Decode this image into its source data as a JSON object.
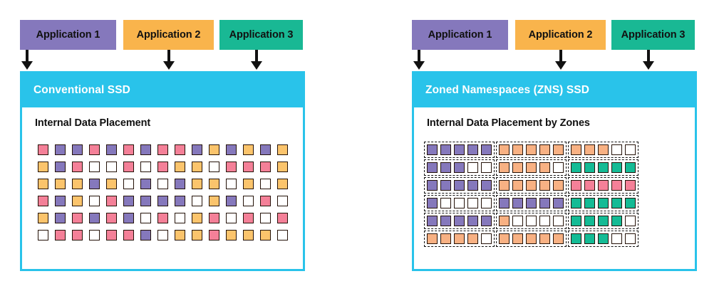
{
  "diagram": {
    "type": "comparison-diagram",
    "title_implicit": "Conventional SSD vs Zoned Namespaces (ZNS) SSD data placement",
    "colors": {
      "app1_purple": "#8578BC",
      "app2_orange": "#F9B44C",
      "app3_teal": "#19B894",
      "ssd_header_cyan": "#29C3EA",
      "cell_purple": "#8578BC",
      "cell_orange": "#FBC46C",
      "cell_pink": "#F48098",
      "cell_teal": "#14BB95",
      "cell_peach": "#F8B183",
      "cell_white": "#FFFFFF",
      "cell_border": "#241208",
      "zone_border": "#111111",
      "text_dark": "#111111",
      "text_light": "#FFFFFF"
    }
  },
  "panels": [
    {
      "id": "conventional",
      "apps": [
        {
          "label": "Application 1",
          "color": "#8578BC"
        },
        {
          "label": "Application 2",
          "color": "#F9B44C"
        },
        {
          "label": "Application 3",
          "color": "#19B894"
        }
      ],
      "arrows": [
        "down-arrow",
        "down-arrow",
        "down-arrow"
      ],
      "ssd_title": "Conventional SSD",
      "ssd_subtitle": "Internal Data Placement",
      "grid": {
        "rows": 6,
        "cols": 15,
        "cells": [
          [
            "pink",
            "purple",
            "purple",
            "pink",
            "purple",
            "pink",
            "purple",
            "pink",
            "pink",
            "purple",
            "orange",
            "purple",
            "orange",
            "purple",
            "orange"
          ],
          [
            "orange",
            "purple",
            "pink",
            "white",
            "white",
            "pink",
            "white",
            "pink",
            "orange",
            "orange",
            "white",
            "pink",
            "pink",
            "pink",
            "orange"
          ],
          [
            "orange",
            "orange",
            "orange",
            "purple",
            "orange",
            "white",
            "purple",
            "white",
            "purple",
            "orange",
            "orange",
            "white",
            "orange",
            "white",
            "orange"
          ],
          [
            "pink",
            "purple",
            "orange",
            "white",
            "pink",
            "purple",
            "purple",
            "purple",
            "purple",
            "white",
            "orange",
            "purple",
            "white",
            "pink",
            "white"
          ],
          [
            "orange",
            "purple",
            "pink",
            "purple",
            "pink",
            "purple",
            "white",
            "pink",
            "white",
            "orange",
            "pink",
            "white",
            "pink",
            "white",
            "pink"
          ],
          [
            "white",
            "pink",
            "pink",
            "white",
            "pink",
            "pink",
            "purple",
            "white",
            "orange",
            "orange",
            "pink",
            "orange",
            "orange",
            "orange",
            "white"
          ]
        ]
      }
    },
    {
      "id": "zns",
      "apps": [
        {
          "label": "Application 1",
          "color": "#8578BC"
        },
        {
          "label": "Application 2",
          "color": "#F9B44C"
        },
        {
          "label": "Application 3",
          "color": "#19B894"
        }
      ],
      "arrows": [
        "down-arrow",
        "down-arrow",
        "down-arrow"
      ],
      "ssd_title": "Zoned Namespaces (ZNS) SSD",
      "ssd_subtitle": "Internal Data Placement by Zones",
      "grid": {
        "rows": 6,
        "zones_per_row": 3,
        "cols_per_zone": 5,
        "cells": [
          [
            [
              "purple",
              "purple",
              "purple",
              "purple",
              "purple"
            ],
            [
              "peach",
              "peach",
              "peach",
              "peach",
              "peach"
            ],
            [
              "peach",
              "peach",
              "peach",
              "white",
              "white"
            ]
          ],
          [
            [
              "purple",
              "purple",
              "purple",
              "white",
              "white"
            ],
            [
              "peach",
              "peach",
              "peach",
              "peach",
              "white"
            ],
            [
              "teal",
              "teal",
              "teal",
              "teal",
              "teal"
            ]
          ],
          [
            [
              "purple",
              "purple",
              "purple",
              "purple",
              "purple"
            ],
            [
              "peach",
              "peach",
              "peach",
              "peach",
              "peach"
            ],
            [
              "pink",
              "pink",
              "pink",
              "pink",
              "pink"
            ]
          ],
          [
            [
              "purple",
              "white",
              "white",
              "white",
              "white"
            ],
            [
              "purple",
              "purple",
              "purple",
              "purple",
              "purple"
            ],
            [
              "teal",
              "teal",
              "teal",
              "teal",
              "teal"
            ]
          ],
          [
            [
              "purple",
              "purple",
              "purple",
              "purple",
              "purple"
            ],
            [
              "peach",
              "white",
              "white",
              "white",
              "white"
            ],
            [
              "teal",
              "teal",
              "teal",
              "teal",
              "white"
            ]
          ],
          [
            [
              "peach",
              "peach",
              "peach",
              "peach",
              "white"
            ],
            [
              "peach",
              "peach",
              "peach",
              "peach",
              "peach"
            ],
            [
              "teal",
              "teal",
              "teal",
              "white",
              "white"
            ]
          ]
        ]
      }
    }
  ]
}
